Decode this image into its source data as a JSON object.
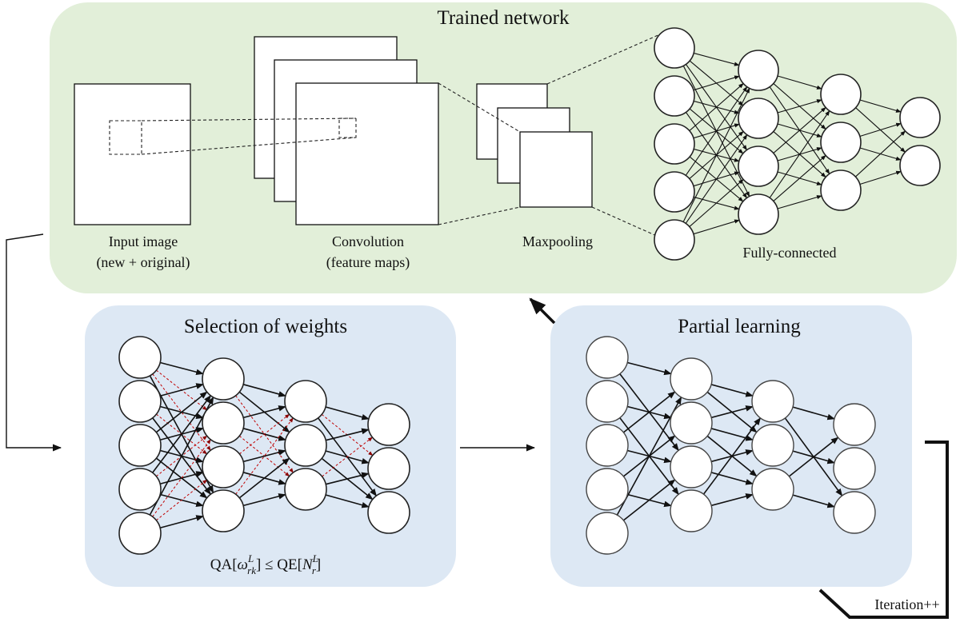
{
  "panels": {
    "trained_network": {
      "title": "Trained network",
      "input_caption_line1": "Input image",
      "input_caption_line2": "(new + original)",
      "conv_caption_line1": "Convolution",
      "conv_caption_line2": "(feature maps)",
      "pool_caption": "Maxpooling",
      "fc_caption": "Fully-connected",
      "layers": [
        5,
        4,
        3,
        2
      ]
    },
    "selection_of_weights": {
      "title": "Selection of weights",
      "formula": {
        "lhs_fn": "QA",
        "lhs_sym": "ω",
        "lhs_sup": "L",
        "lhs_sub": "rk",
        "op": "≤",
        "rhs_fn": "QE",
        "rhs_sym": "N",
        "rhs_sup": "L",
        "rhs_sub": "r"
      },
      "layers": [
        5,
        4,
        3,
        3
      ]
    },
    "partial_learning": {
      "title": "Partial learning",
      "layers": [
        5,
        4,
        3,
        3
      ]
    }
  },
  "loop_label": "Iteration++",
  "colors": {
    "green_panel": "#e2efd9",
    "blue_panel": "#dde8f4",
    "red_edge": "#c00000"
  }
}
